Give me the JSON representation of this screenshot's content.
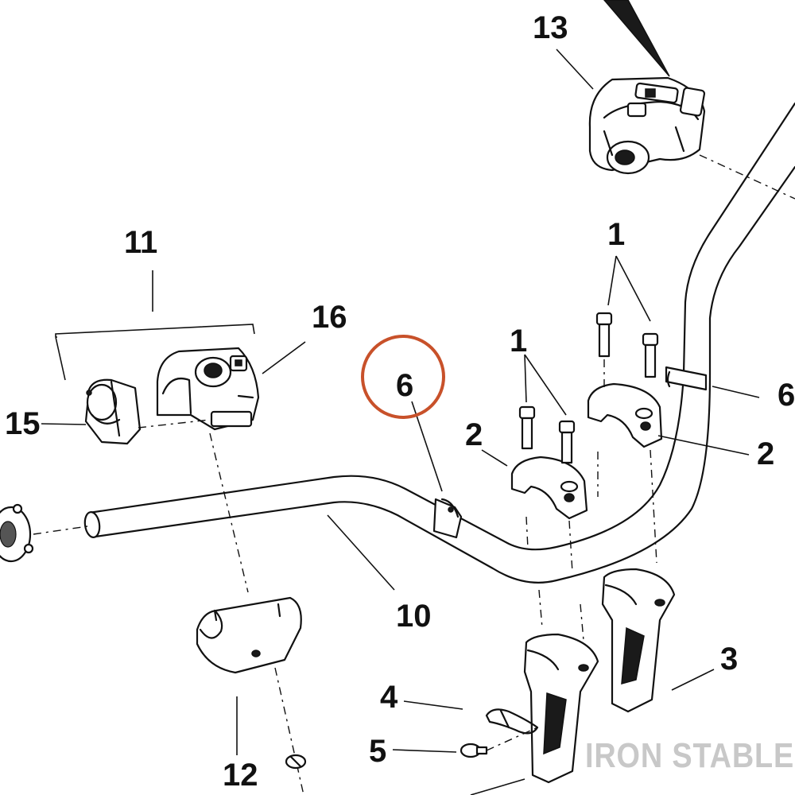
{
  "callouts": {
    "c13": "13",
    "c1_right": "1",
    "c1_left": "1",
    "c11": "11",
    "c16": "16",
    "c15": "15",
    "c6_circled": "6",
    "c6_right": "6",
    "c2_left": "2",
    "c2_right": "2",
    "c10": "10",
    "c3": "3",
    "c4": "4",
    "c5": "5",
    "c12": "12"
  },
  "highlight": {
    "circled_callout": "6",
    "color": "#c8512a"
  },
  "watermark": "IRON STABLE"
}
